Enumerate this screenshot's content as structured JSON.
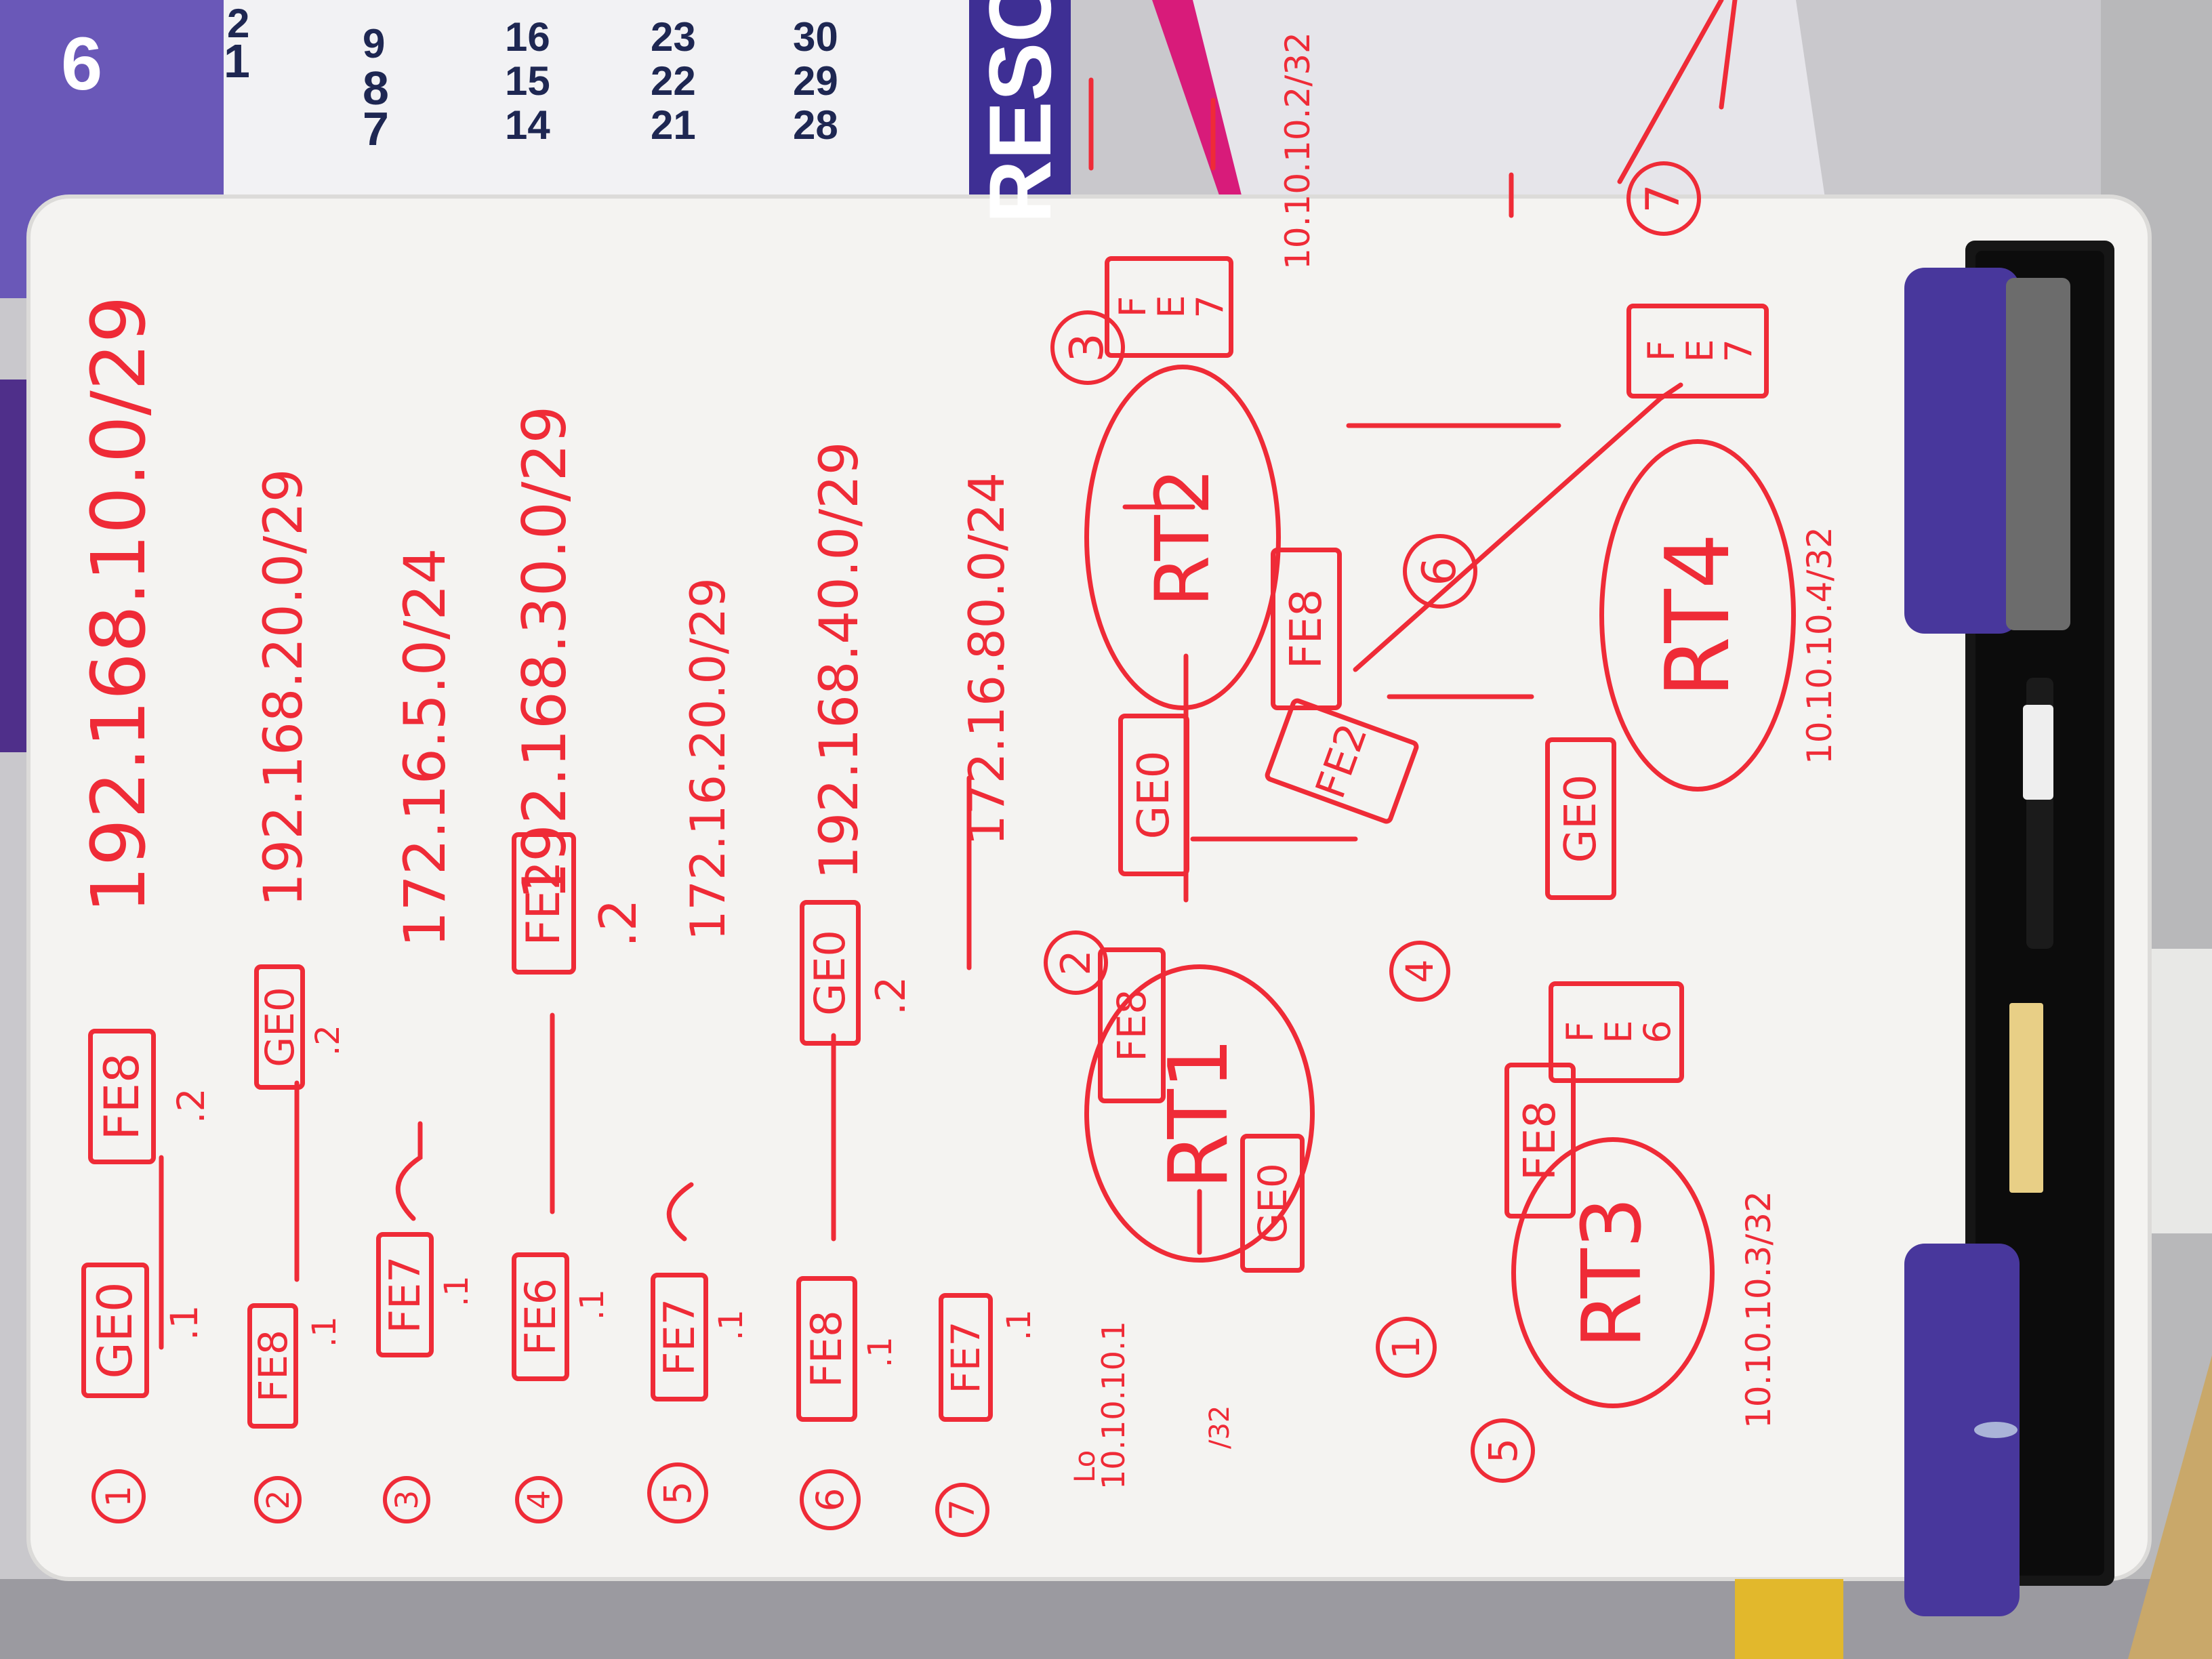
{
  "calendar": {
    "month": "6",
    "days": [
      "1",
      "2",
      "7",
      "8",
      "9",
      "14",
      "15",
      "16",
      "21",
      "22",
      "23",
      "28",
      "29",
      "30"
    ],
    "banner": "RESCE"
  },
  "subnets": [
    {
      "num": "1",
      "left": "GE0",
      "right": "FE8",
      "left_host": ".1",
      "right_host": ".2",
      "network": "192.168.10.0/29"
    },
    {
      "num": "2",
      "left": "FE8",
      "right": "GE0",
      "left_host": ".1",
      "right_host": ".2",
      "network": "192.168.20.0/29"
    },
    {
      "num": "3",
      "left": "FE7",
      "right": "",
      "left_host": ".1",
      "right_host": "",
      "network": "172.16.5.0/24"
    },
    {
      "num": "4",
      "left": "FE6",
      "right": "FE2",
      "left_host": ".1",
      "right_host": ".2",
      "network": "192.168.30.0/29"
    },
    {
      "num": "5",
      "left": "FE7",
      "right": "",
      "left_host": ".1",
      "right_host": "",
      "network": "172.16.20.0/29"
    },
    {
      "num": "6",
      "left": "FE8",
      "right": "GE0",
      "left_host": ".1",
      "right_host": ".2",
      "network": "192.168.40.0/29"
    },
    {
      "num": "7",
      "left": "FE7",
      "right": "",
      "left_host": ".1",
      "right_host": "",
      "network": "172.16.80.0/24"
    }
  ],
  "loopback": {
    "label": "Lo",
    "ip": "10.10.10.1",
    "mask": "/32"
  },
  "routers": {
    "rt1": {
      "name": "RT1",
      "ports": [
        "GE0",
        "FE8"
      ]
    },
    "rt2": {
      "name": "RT2",
      "ports": [
        "GE0",
        "FE8",
        "FE2",
        "FE7"
      ],
      "loopback": "10.10.10.2/32"
    },
    "rt3": {
      "name": "RT3",
      "ports": [
        "FE8",
        "FE6"
      ],
      "loopback": "10.10.10.3/32"
    },
    "rt4": {
      "name": "RT4",
      "ports": [
        "GE0",
        "FE7"
      ],
      "loopback": "10.10.10.4/32"
    }
  },
  "link_numbers": [
    "1",
    "2",
    "3",
    "4",
    "5",
    "6",
    "7"
  ],
  "colors": {
    "ink": "#ef2b37",
    "board": "#f4f3f1",
    "tray": "#161616",
    "eraser": "#48379c",
    "wall": "#d7d6da"
  }
}
